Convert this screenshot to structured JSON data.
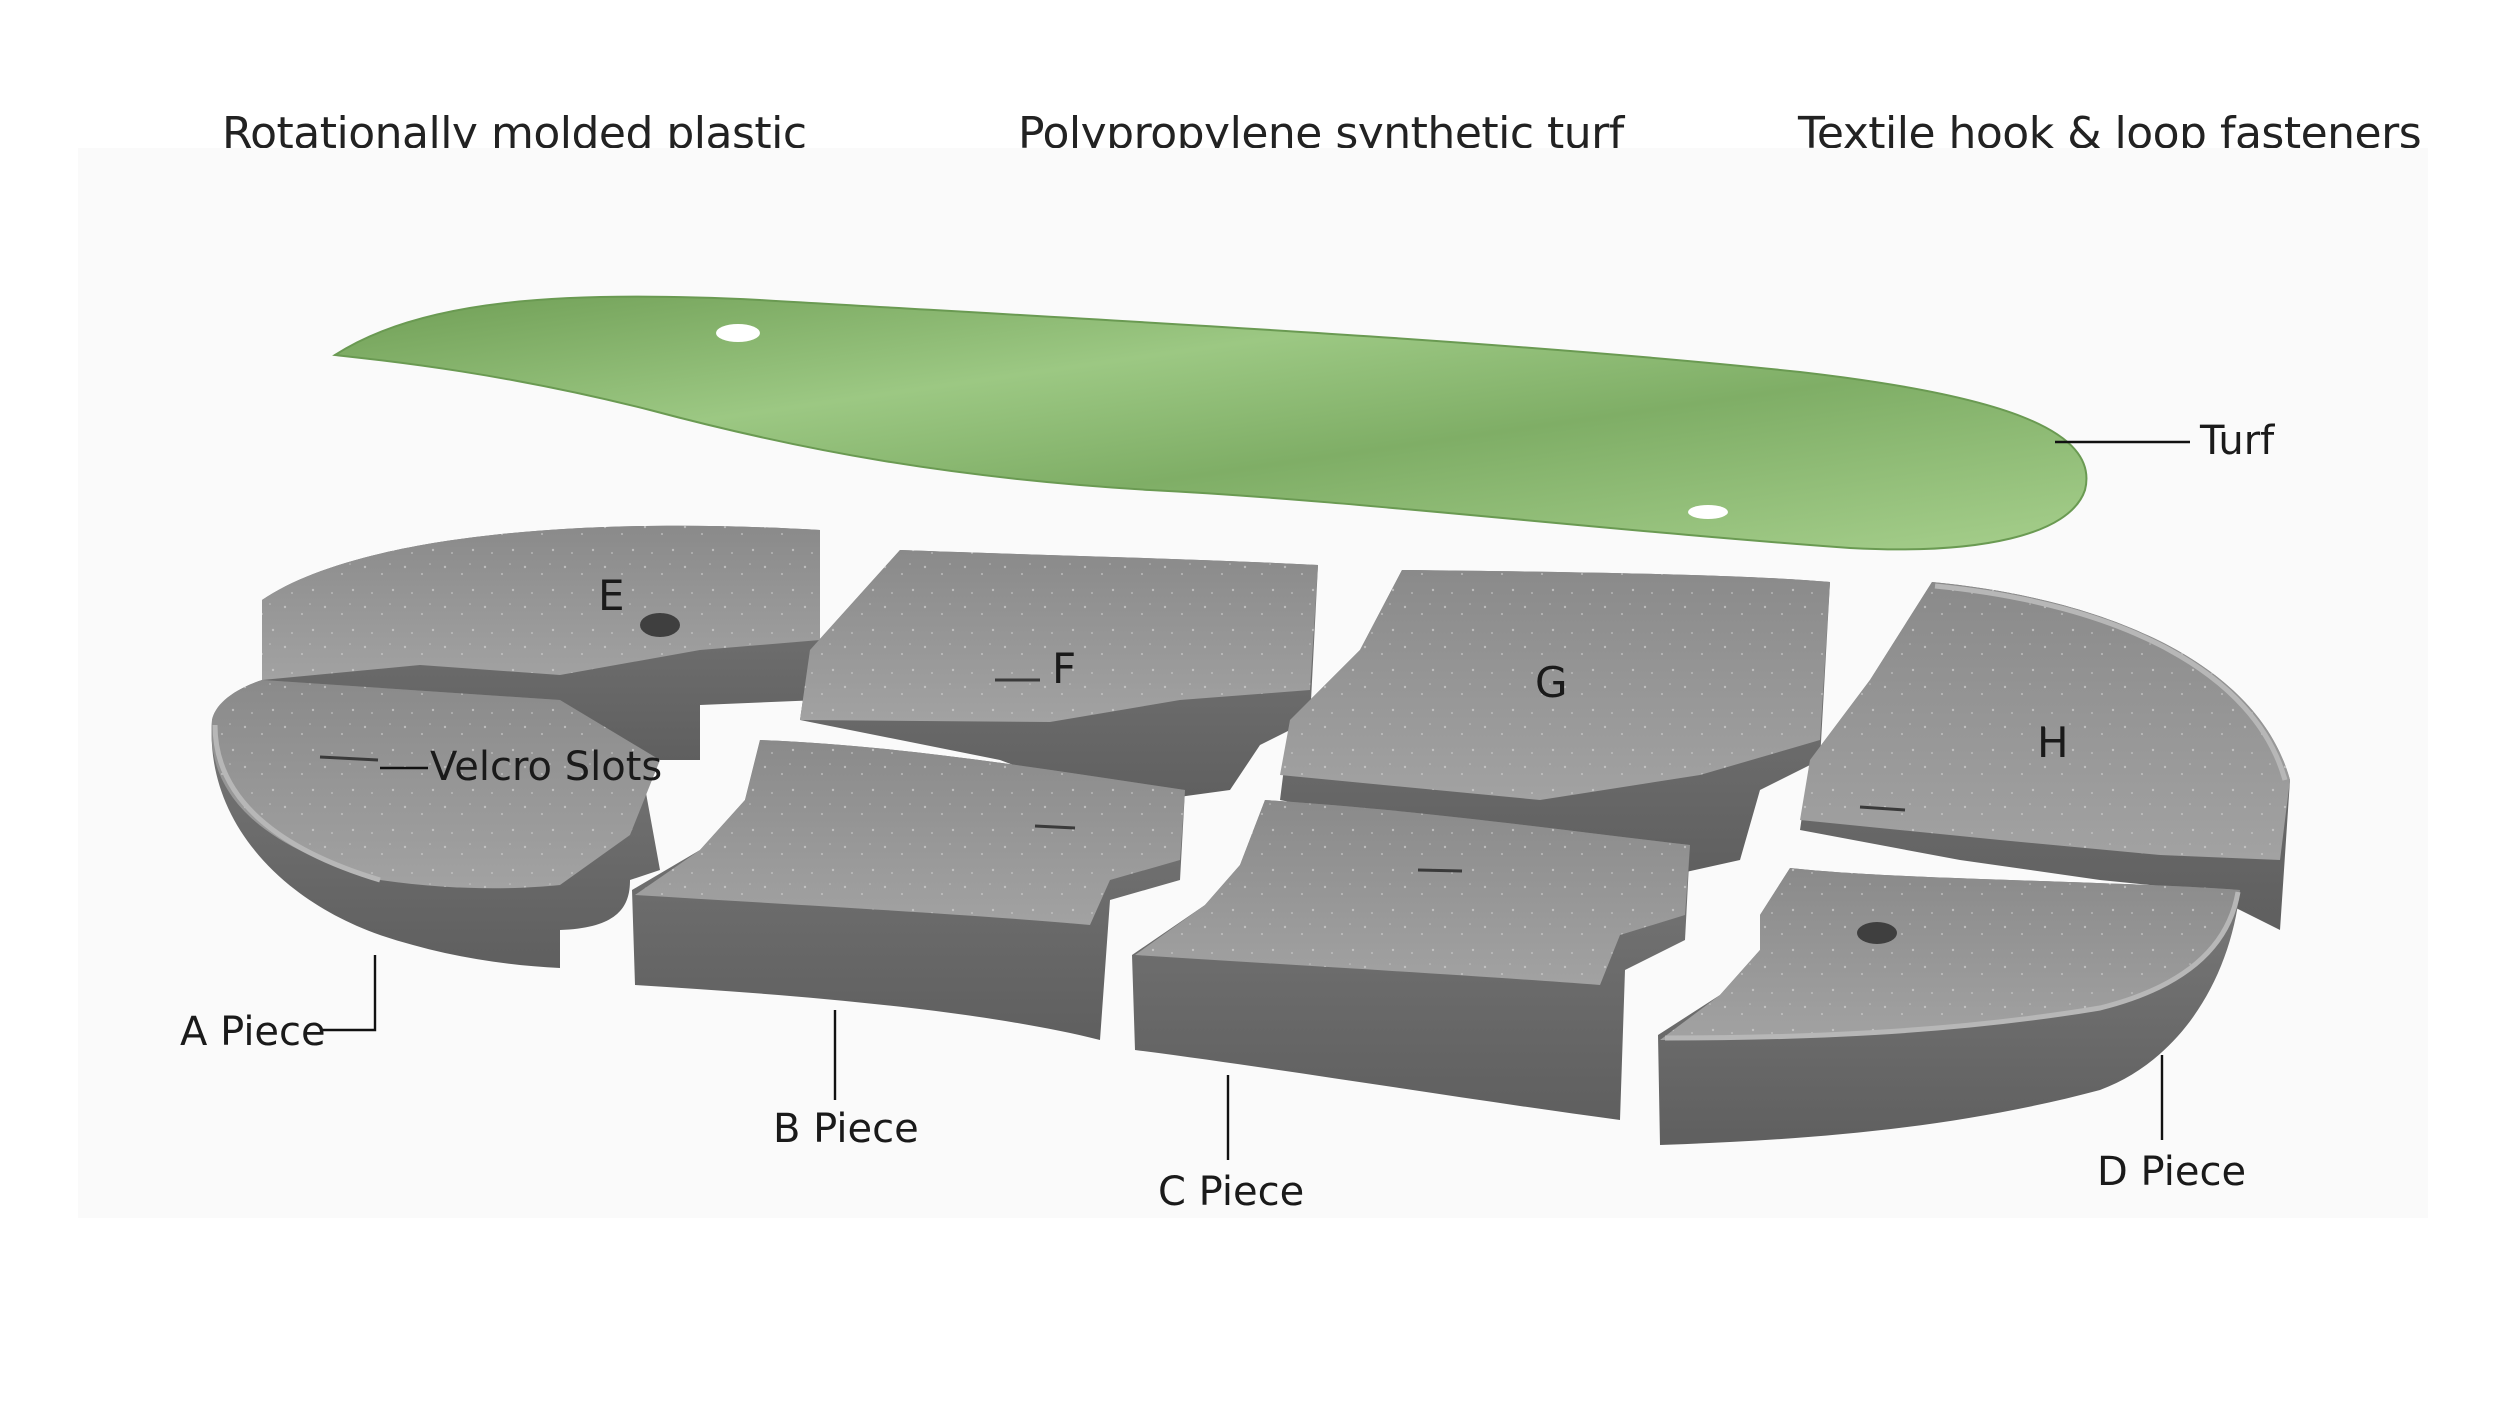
{
  "materials": [
    "Rotationally molded plastic",
    "Polypropylene synthetic turf",
    "Textile hook & loop fasteners"
  ],
  "labels": {
    "turf": "Turf",
    "velcro_slots": "Velcro Slots",
    "a_piece": "A Piece",
    "b_piece": "B Piece",
    "c_piece": "C Piece",
    "d_piece": "D Piece"
  },
  "piece_letters": {
    "e": "E",
    "f": "F",
    "g": "G",
    "h": "H"
  },
  "colors": {
    "plastic": "#8e8e8e",
    "plastic_side": "#6b6b6b",
    "turf": "#8cba72",
    "background": "#ffffff"
  }
}
